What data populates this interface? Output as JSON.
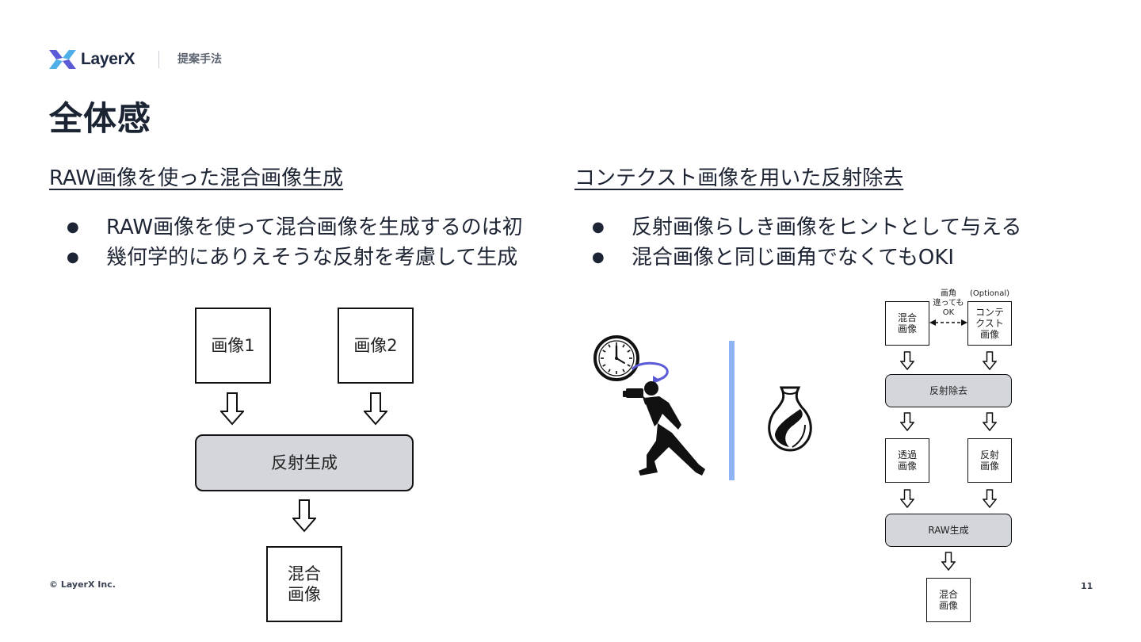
{
  "header": {
    "brand": "LayerX",
    "section": "提案手法"
  },
  "slide": {
    "title": "全体感"
  },
  "left": {
    "heading": "RAW画像を使った混合画像生成",
    "bullets": [
      "RAW画像を使って混合画像を生成するのは初",
      "幾何学的にありえそうな反射を考慮して生成"
    ],
    "diagram": {
      "image1": "画像1",
      "image2": "画像2",
      "process": "反射生成",
      "output_line1": "混合",
      "output_line2": "画像"
    }
  },
  "right": {
    "heading": "コンテクスト画像を用いた反射除去",
    "bullets": [
      "反射画像らしき画像をヒントとして与える",
      "混合画像と同じ画角でなくてもOKI"
    ],
    "diagram": {
      "angle_note_line1": "画角",
      "angle_note_line2": "違っても",
      "angle_note_line3": "OK",
      "optional_note": "(Optional)",
      "mixed_line1": "混合",
      "mixed_line2": "画像",
      "context_line1": "コンテ",
      "context_line2": "クスト",
      "context_line3": "画像",
      "removal": "反射除去",
      "trans_line1": "透過",
      "trans_line2": "画像",
      "refl_line1": "反射",
      "refl_line2": "画像",
      "raw_gen": "RAW生成",
      "out_line1": "混合",
      "out_line2": "画像"
    }
  },
  "footer": {
    "copyright": "© LayerX Inc.",
    "page": "11"
  },
  "colors": {
    "accent": "#5b5bd6",
    "accent_light": "#4fb0e8",
    "glass": "#8fb4f5",
    "process_fill": "#d3d7dc"
  },
  "icons": [
    "layerx-logo-icon",
    "clock-icon",
    "photographer-icon",
    "glass-pane-icon",
    "vase-icon",
    "rotate-arrow-icon"
  ]
}
